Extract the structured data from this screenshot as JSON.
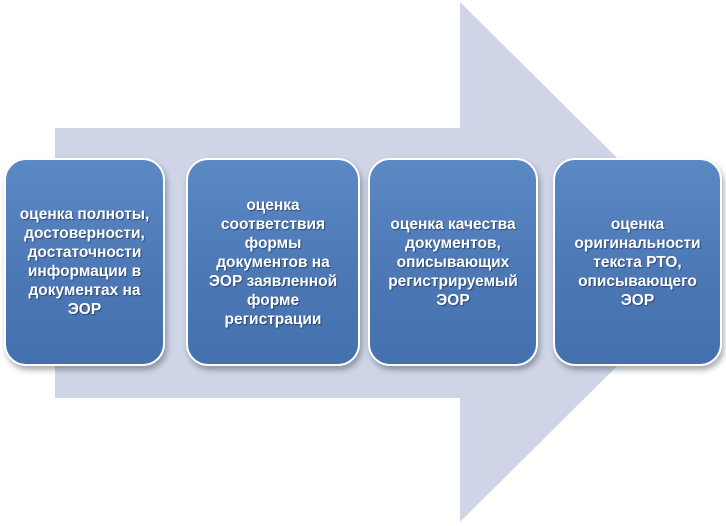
{
  "colors": {
    "arrow_fill": "#cfd5e6",
    "box_fill": "#4f7cb8",
    "box_border": "#ffffff",
    "text": "#ffffff"
  },
  "steps": [
    {
      "text": "оценка полноты,\nдостоверности,\nдостаточности\nинформации в\nдокументах на\nЭОР"
    },
    {
      "text": "оценка\nсоответствия\nформы\nдокументов на\nЭОР заявленной\nформе\nрегистрации"
    },
    {
      "text": "оценка качества\nдокументов,\nописывающих\nрегистрируемый\nЭОР"
    },
    {
      "text": "оценка\nоригинальности\nтекста РТО,\nописывающего\nЭОР"
    }
  ]
}
